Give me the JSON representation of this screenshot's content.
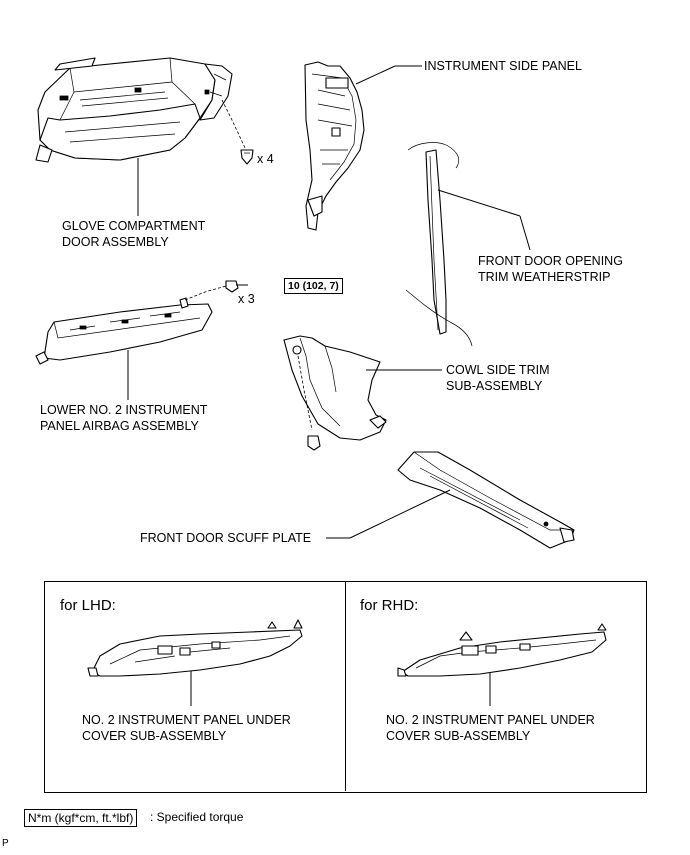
{
  "labels": {
    "instrument_side_panel": "INSTRUMENT SIDE PANEL",
    "glove_line1": "GLOVE COMPARTMENT",
    "glove_line2": "DOOR ASSEMBLY",
    "weatherstrip_line1": "FRONT DOOR OPENING",
    "weatherstrip_line2": "TRIM WEATHERSTRIP",
    "airbag_line1": "LOWER NO. 2 INSTRUMENT",
    "airbag_line2": "PANEL AIRBAG ASSEMBLY",
    "cowl_line1": "COWL SIDE TRIM",
    "cowl_line2": "SUB-ASSEMBLY",
    "scuff_plate": "FRONT DOOR SCUFF PLATE"
  },
  "quantities": {
    "clips_glove": "x 4",
    "bolts_airbag": "x 3"
  },
  "torque": {
    "airbag_bolt": "10 (102, 7)"
  },
  "variants": {
    "lhd": {
      "heading": "for LHD:",
      "part_line1": "NO. 2 INSTRUMENT PANEL UNDER",
      "part_line2": "COVER SUB-ASSEMBLY"
    },
    "rhd": {
      "heading": "for RHD:",
      "part_line1": "NO. 2 INSTRUMENT PANEL UNDER",
      "part_line2": "COVER SUB-ASSEMBLY"
    }
  },
  "legend": {
    "symbol": "N*m (kgf*cm, ft.*lbf)",
    "text": ": Specified torque"
  },
  "footer_code": "P"
}
